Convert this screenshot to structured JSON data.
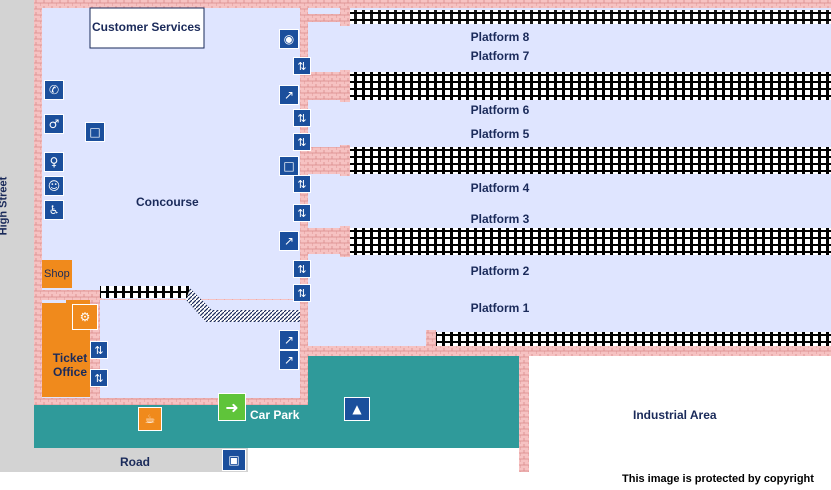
{
  "labels": {
    "customer_services": "Customer Services",
    "concourse": "Concourse",
    "high_street": "High Street",
    "shop": "Shop",
    "ticket_office": "Ticket Office",
    "car_park": "Car Park",
    "road": "Road",
    "industrial_area": "Industrial Area",
    "copyright": "This image is protected by copyright"
  },
  "platforms": {
    "p8": "Platform 8",
    "p7": "Platform 7",
    "p6": "Platform 6",
    "p5": "Platform 5",
    "p4": "Platform 4",
    "p3": "Platform 3",
    "p2": "Platform 2",
    "p1": "Platform 1"
  },
  "icons": [
    "camera-icon",
    "phone-icon",
    "wc-male-icon",
    "seat-icon",
    "wc-female-icon",
    "baby-change-icon",
    "wc-accessible-icon",
    "lift-icon",
    "escalator-icon",
    "ticket-machine-icon",
    "cafe-icon",
    "exit-icon",
    "car-icon",
    "taxi-icon"
  ],
  "colors": {
    "concourse_fill": "#dfe5ff",
    "brick_wall": "#f3b3b3",
    "car_park_fill": "#2f9a9a",
    "orange": "#f08a1c",
    "icon_blue": "#1b4f9c",
    "street_grey": "#d3d3d3",
    "exit_green": "#5fc43a"
  }
}
